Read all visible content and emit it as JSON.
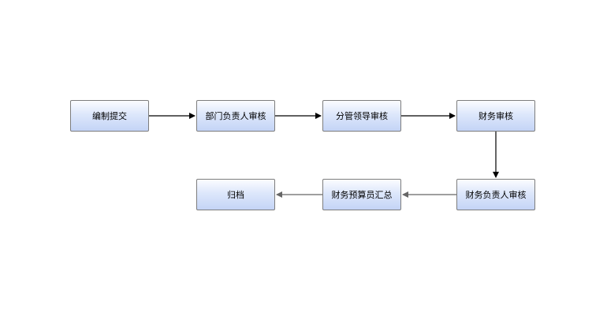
{
  "diagram": {
    "nodes": [
      {
        "id": "n1",
        "label": "编制提交"
      },
      {
        "id": "n2",
        "label": "部门负责人审核"
      },
      {
        "id": "n3",
        "label": "分管领导审核"
      },
      {
        "id": "n4",
        "label": "财务审核"
      },
      {
        "id": "n5",
        "label": "财务负责人审核"
      },
      {
        "id": "n6",
        "label": "财务预算员汇总"
      },
      {
        "id": "n7",
        "label": "归档"
      }
    ],
    "edges": [
      {
        "from": "n1",
        "to": "n2"
      },
      {
        "from": "n2",
        "to": "n3"
      },
      {
        "from": "n3",
        "to": "n4"
      },
      {
        "from": "n4",
        "to": "n5"
      },
      {
        "from": "n5",
        "to": "n6"
      },
      {
        "from": "n6",
        "to": "n7"
      }
    ],
    "colors": {
      "node_border": "#7d7d7d",
      "node_fill_top": "#fbfcff",
      "node_fill_bottom": "#c4d4f6",
      "edge_dark": "#000000",
      "edge_gray": "#666666"
    }
  }
}
